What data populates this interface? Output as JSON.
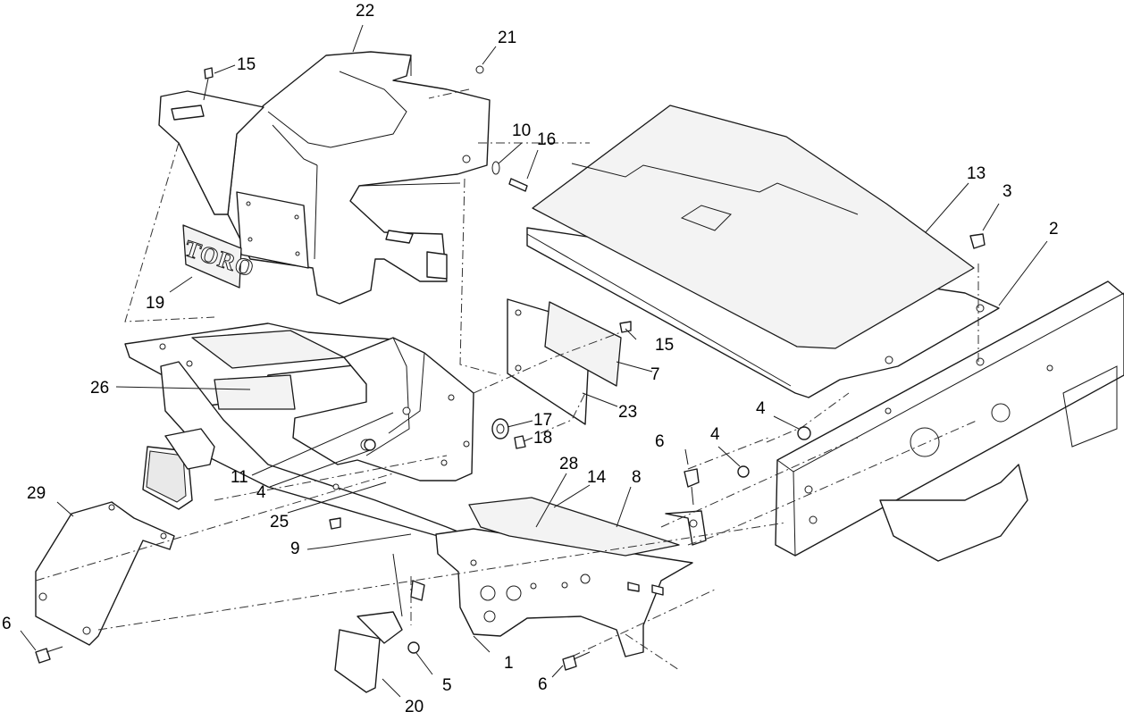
{
  "callouts": {
    "c1": "1",
    "c2": "2",
    "c3": "3",
    "c4a": "4",
    "c4b": "4",
    "c4c": "4",
    "c5": "5",
    "c6a": "6",
    "c6b": "6",
    "c6c": "6",
    "c7": "7",
    "c8": "8",
    "c9": "9",
    "c10": "10",
    "c11": "11",
    "c13": "13",
    "c14": "14",
    "c15a": "15",
    "c15b": "15",
    "c16": "16",
    "c17": "17",
    "c18": "18",
    "c19": "19",
    "c20": "20",
    "c21": "21",
    "c22": "22",
    "c23": "23",
    "c25": "25",
    "c26": "26",
    "c28": "28",
    "c29": "29"
  },
  "logo_text": "TORO"
}
